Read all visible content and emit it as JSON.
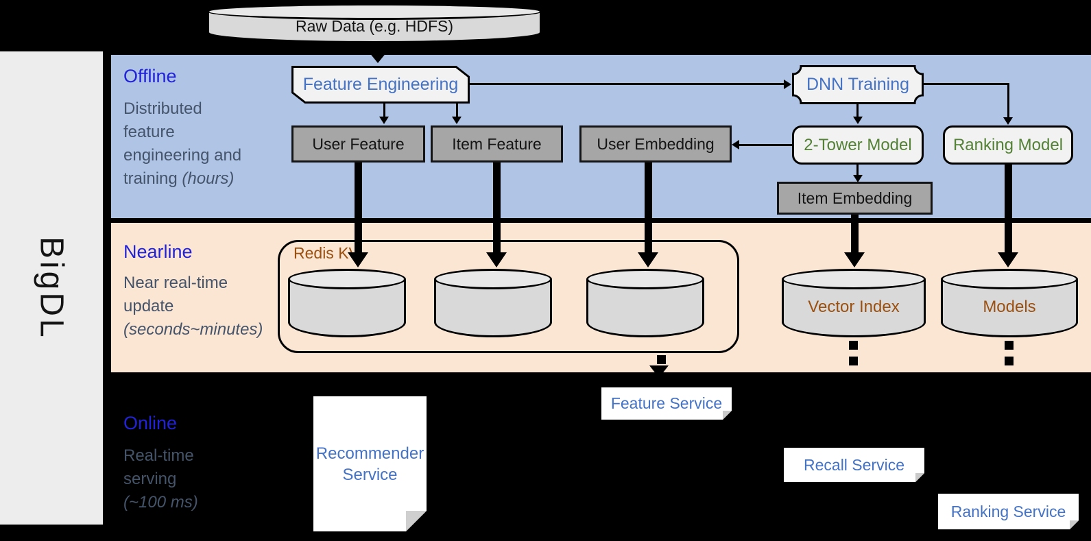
{
  "sidebar": {
    "brand": "BigDL"
  },
  "raw_data_label": "Raw Data (e.g. HDFS)",
  "offline": {
    "title": "Offline",
    "description": "Distributed\nfeature\nengineering and\ntraining ",
    "duration": "(hours)",
    "feature_engineering": "Feature Engineering",
    "dnn_training": "DNN Training",
    "user_feature": "User Feature",
    "item_feature": "Item Feature",
    "user_embedding": "User Embedding",
    "two_tower_model": "2-Tower Model",
    "ranking_model": "Ranking Model",
    "item_embedding": "Item Embedding"
  },
  "nearline": {
    "title": "Nearline",
    "description": "Near real-time\nupdate",
    "duration": "(seconds~minutes)",
    "redis_kv": "Redis KV",
    "vector_index": "Vector Index",
    "models": "Models"
  },
  "online": {
    "title": "Online",
    "description": "Real-time\nserving",
    "duration": "(~100 ms)",
    "recommender_service": "Recommender\nService",
    "feature_service": "Feature Service",
    "recall_service": "Recall Service",
    "ranking_service": "Ranking Service"
  },
  "colors": {
    "background": "#000000",
    "offline_band": "#b0c4e6",
    "nearline_band": "#fbe5d3",
    "sidebar_bg": "#ededed",
    "section_title_blue": "#2222d6",
    "section_text_gray": "#44546a",
    "node_blue_text": "#4472c4",
    "node_green_text": "#538135",
    "storage_brown_text": "#9c5010",
    "gray_node_bg": "#a6a6a6",
    "light_node_bg": "#f2f2f2",
    "cylinder_bg": "#d9d9d9"
  }
}
